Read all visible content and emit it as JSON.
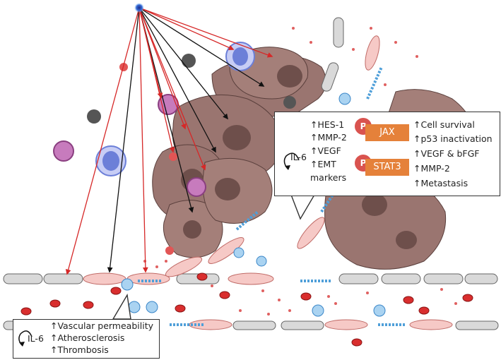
{
  "callout_top": {
    "il6": "IL-6",
    "left_effects": [
      "↑HES-1",
      "↑MMP-2",
      "↑VEGF",
      "↑EMT",
      "markers"
    ],
    "kinases": [
      {
        "p": "P",
        "name": "JAX"
      },
      {
        "p": "P",
        "name": "STAT3"
      }
    ],
    "right_effects": [
      "↑Cell survival",
      "↑p53 inactivation",
      "↑VEGF & bFGF",
      "↑MMP-2",
      "↑Metastasis"
    ]
  },
  "callout_bottom": {
    "il6": "IL-6",
    "effects": [
      "↑Vascular permeability",
      "↑Atherosclerosis",
      "↑Thrombosis"
    ]
  },
  "colors": {
    "tumor": "#9a7570",
    "tumor_dark": "#6e4f4b",
    "arrow_red": "#d62828",
    "arrow_black": "#111111",
    "endothelium": "#d9d9d9",
    "pink_cell": "#f6c9c6",
    "platelet_blue": "#4f9fd9",
    "lymphocyte": "#6c7fd8",
    "kinase": "#e5813a",
    "phospho": "#d9534f"
  }
}
